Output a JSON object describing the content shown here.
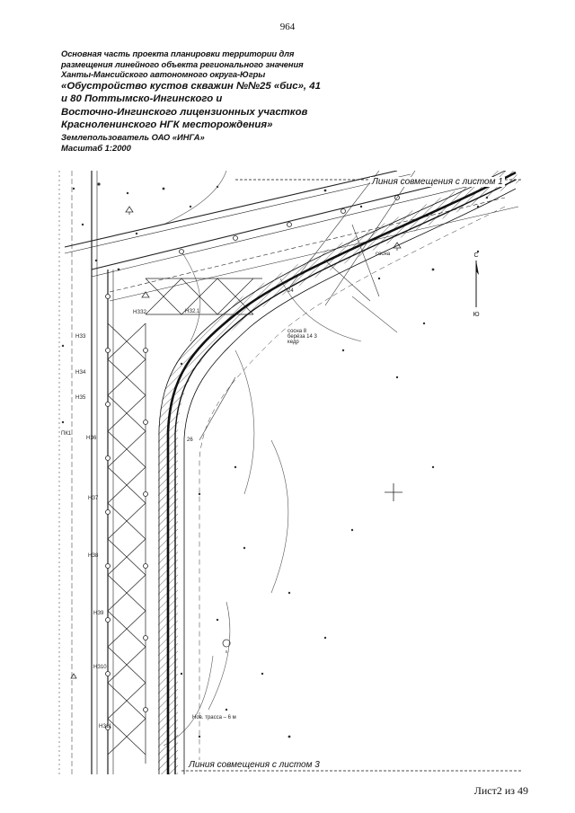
{
  "page_number": "964",
  "title": {
    "line1": "Основная часть проекта планировки территории для",
    "line2": "размещения линейного объекта регионального значения",
    "line3": "Ханты-Мансийского автономного округа-Югры",
    "line4": "«Обустройство кустов скважин №№25 «бис», 41",
    "line5": "и 80 Поттымско-Ингинского и",
    "line6": "Восточно-Ингинского лицензионных участков",
    "line7": "Красноленинского НГК месторождения»",
    "line8": "Землепользователь ОАО «ИНГА»",
    "line9": "Масштаб 1:2000"
  },
  "map": {
    "match_line_top": "Линия совмещения с листом 1",
    "match_line_bottom": "Линия совмещения с листом 3",
    "compass_north": "С",
    "compass_south": "Ю",
    "notes": {
      "n24": "24",
      "n26": "26",
      "forest": "сосна",
      "forest2": "сосна 8\nберёза 14 3\nкедр",
      "km": "ПК1",
      "label_a": "НЗЗ2",
      "label_b": "НЗ2.1",
      "label_c": "НЗ3",
      "label_d": "НЗ4",
      "label_e": "НЗ5",
      "label_f": "НЗ6",
      "label_g": "НЗ7",
      "label_h": "НЗ8",
      "label_i": "НЗ9",
      "label_j": "НЗ10",
      "label_k": "НЗ11",
      "road_note": "Нов. трасса – 6 м"
    }
  },
  "sheet": "Лист2 из 49"
}
